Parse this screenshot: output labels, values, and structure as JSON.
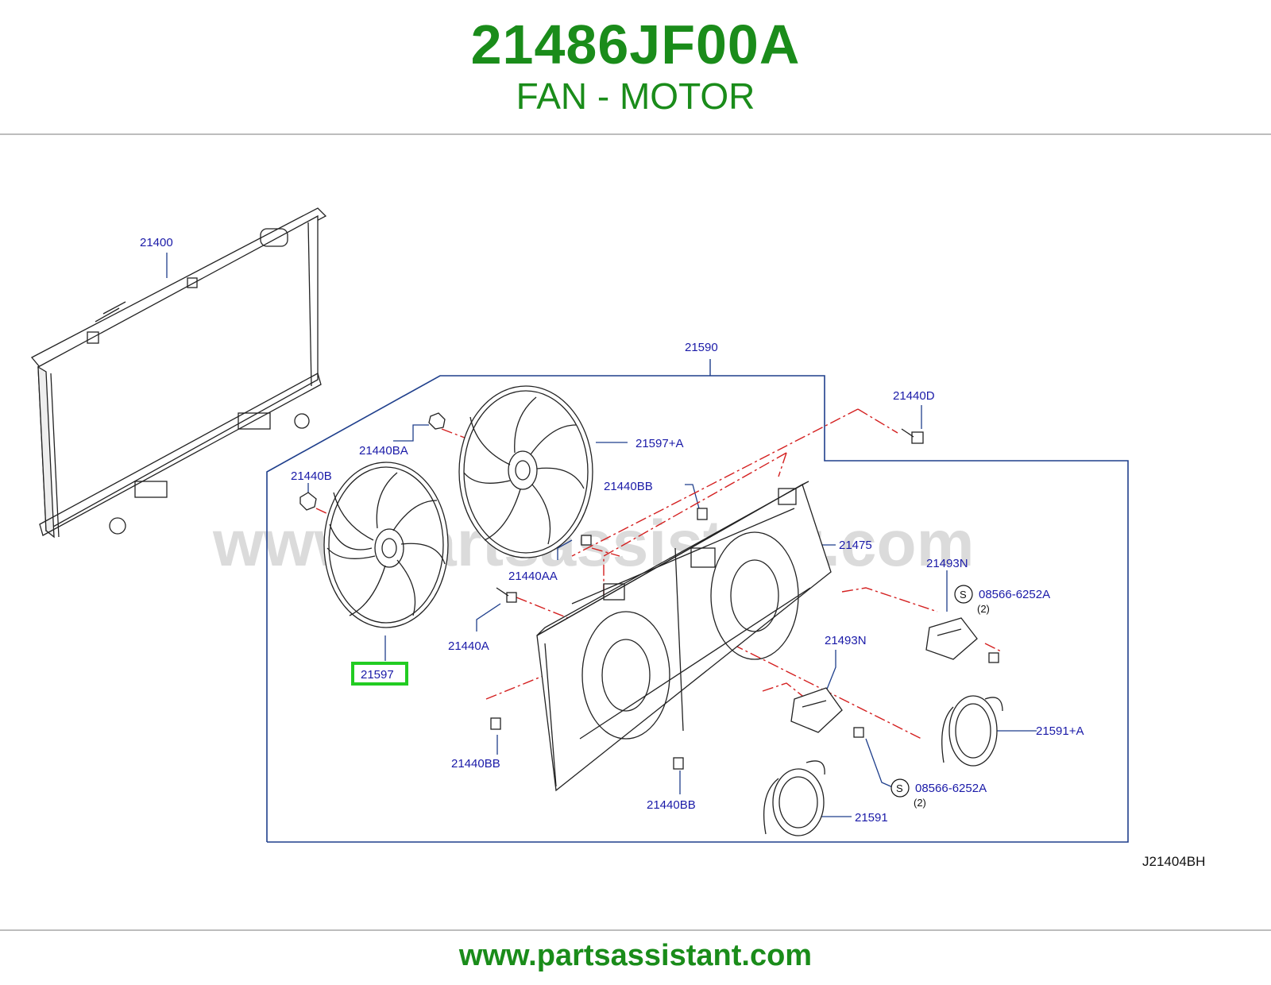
{
  "header": {
    "part_number": "21486JF00A",
    "part_name": "FAN - MOTOR"
  },
  "diagram": {
    "watermark": "www.partsassistant.com",
    "drawing_code": "J21404BH",
    "highlight_color": "#22cc22",
    "callouts": {
      "c21400": "21400",
      "c21590": "21590",
      "c21440D": "21440D",
      "c21440BA": "21440BA",
      "c21597A": "21597+A",
      "c21440B": "21440B",
      "c21440BB_top": "21440BB",
      "c21475": "21475",
      "c21440AA": "21440AA",
      "c21493N_right": "21493N",
      "c08566_right": "08566-6252A",
      "qty_right": "(2)",
      "c21440A": "21440A",
      "c21597": "21597",
      "c21493N_mid": "21493N",
      "c21591A": "21591+A",
      "c21440BB_left": "21440BB",
      "c08566_low": "08566-6252A",
      "qty_low": "(2)",
      "c21440BB_bottom": "21440BB",
      "c21591": "21591",
      "s_symbol": "S"
    }
  },
  "footer": {
    "url": "www.partsassistant.com"
  }
}
